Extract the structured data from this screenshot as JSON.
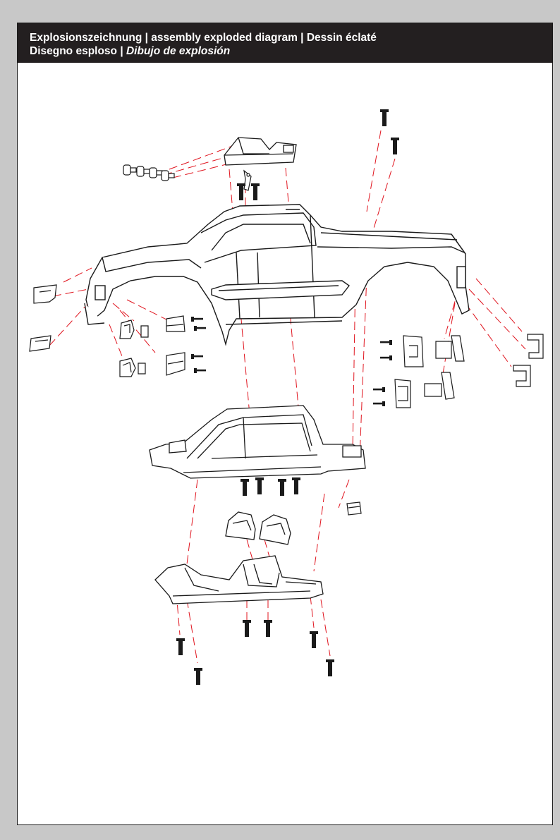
{
  "header": {
    "line1": "Explosionszeichnung | assembly exploded diagram | Dessin éclaté",
    "line2_a": "Disegno esploso  | ",
    "line2_b": "Dibujo de explosión"
  },
  "colors": {
    "page_bg": "#c8c8c8",
    "sheet_bg": "#ffffff",
    "header_bg": "#231f20",
    "header_text": "#ffffff",
    "part_stroke": "#1a1a1a",
    "guide_line": "#e0141e"
  },
  "components": [
    {
      "id": "roof-console",
      "icon": "roof-console-icon"
    },
    {
      "id": "roof-light-set",
      "icon": "light-bulb-icon"
    },
    {
      "id": "truck-body-shell",
      "icon": "truck-body-icon"
    },
    {
      "id": "front-grille-light",
      "icon": "grille-light-icon"
    },
    {
      "id": "front-side-mirrors",
      "icon": "mirror-icon"
    },
    {
      "id": "rear-tail-lights",
      "icon": "tail-light-icon"
    },
    {
      "id": "rear-bumper-guards",
      "icon": "bumper-guard-icon"
    },
    {
      "id": "cab-inner-frame",
      "icon": "frame-icon"
    },
    {
      "id": "seat-backs",
      "icon": "seat-icon"
    },
    {
      "id": "interior-tub",
      "icon": "interior-icon"
    },
    {
      "id": "mounting-screws",
      "icon": "screw-icon"
    }
  ]
}
